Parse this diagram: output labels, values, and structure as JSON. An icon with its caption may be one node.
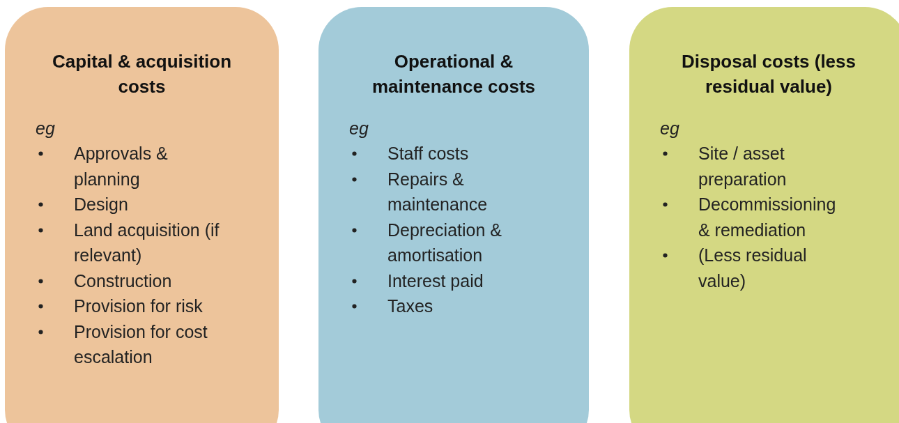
{
  "diagram": {
    "nodes": [
      {
        "text": [
          "Capital & acquisition costs",
          "eg",
          "Approvals & planning",
          "Design",
          "Land acquisition (if relevant)",
          "Construction",
          "Provision for risk",
          "Provision for cost escalation"
        ]
      },
      {
        "text": [
          "Operational & maintenance costs",
          "eg",
          "Staff costs",
          "Repairs & maintenance",
          "Depreciation & amortisation",
          "Interest paid",
          "Taxes"
        ]
      },
      {
        "text": [
          "Disposal costs (less residual value)",
          "eg",
          "Site / asset preparation",
          "Decommissioning & remediation",
          "(Less residual value)"
        ]
      }
    ]
  }
}
